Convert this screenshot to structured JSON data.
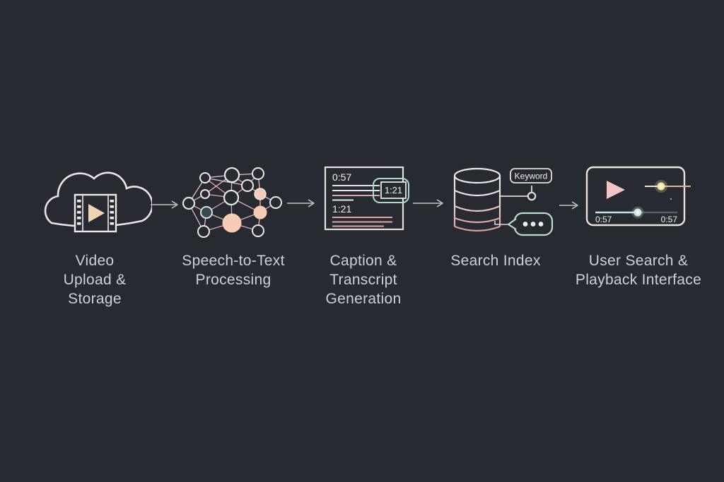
{
  "canvas": {
    "background": "#272a31"
  },
  "colors": {
    "outline_white": "#e8e8e8",
    "peach": "#f2d4b2",
    "pink": "#dda8a4",
    "teal": "#b9ddd6",
    "yellow_glow": "#f2e3a8",
    "label_text": "#ccd1d8",
    "arrow": "#c4c6cb"
  },
  "stages": [
    {
      "name": "video-upload-storage",
      "label_lines": [
        "Video",
        "Upload &",
        "Storage"
      ]
    },
    {
      "name": "speech-to-text-processing",
      "label_lines": [
        "Speech-to-Text",
        "Processing"
      ]
    },
    {
      "name": "caption-transcript-generation",
      "label_lines": [
        "Caption &",
        "Transcript",
        "Generation"
      ],
      "doc_timestamp_top": "0:57",
      "doc_timestamp_mid": "1:21",
      "callout_timestamp": "1:21"
    },
    {
      "name": "search-index",
      "label_lines": [
        "Search Index"
      ],
      "keyword_tag": "Keyword"
    },
    {
      "name": "user-search-playback",
      "label_lines": [
        "User Search &",
        "Playback Interface"
      ],
      "time_current": "0:57",
      "time_total": "0:57"
    }
  ]
}
